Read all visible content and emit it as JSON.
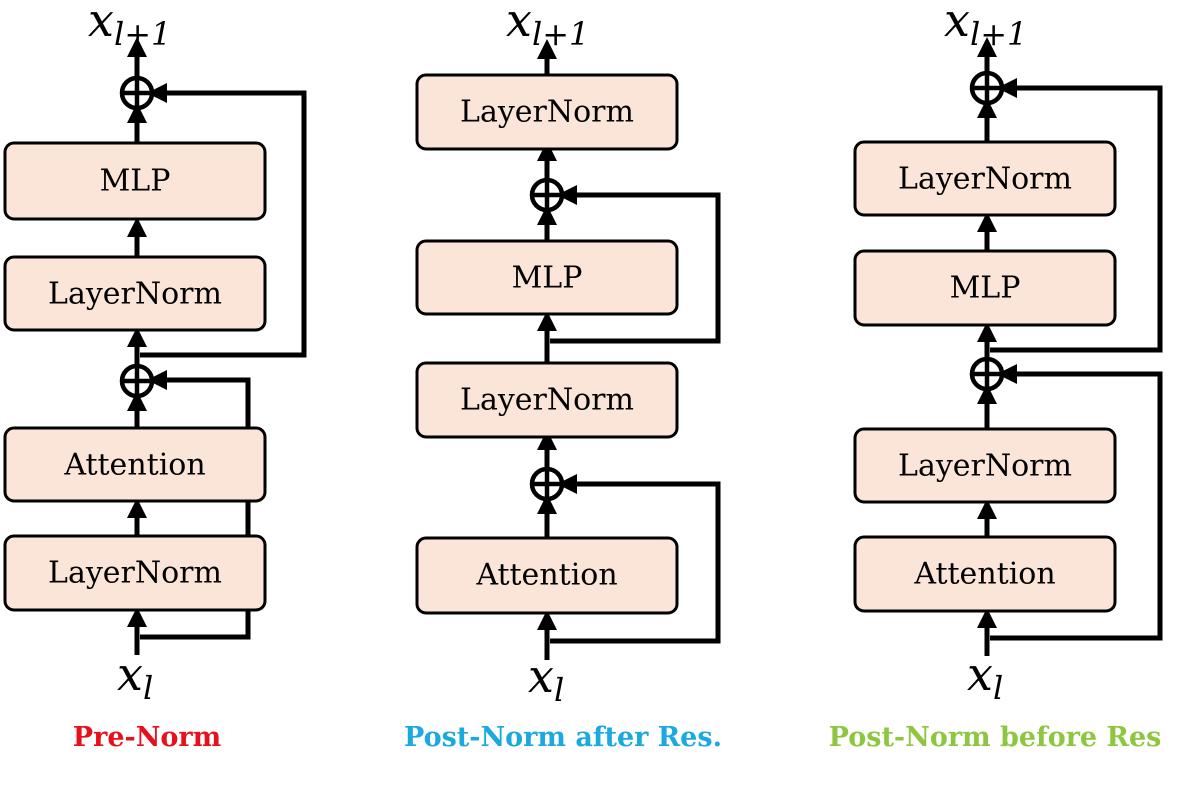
{
  "variants": [
    {
      "caption": "Pre-Norm",
      "caption_color": "#e8111b",
      "input_var": "x",
      "input_sub": "l",
      "output_var": "x",
      "output_sub": "l+1",
      "blocks": [
        "MLP",
        "LayerNorm",
        "Attention",
        "LayerNorm"
      ]
    },
    {
      "caption": "Post-Norm after Res.",
      "caption_color": "#1aa9e0",
      "input_var": "x",
      "input_sub": "l",
      "output_var": "x",
      "output_sub": "l+1",
      "blocks": [
        "LayerNorm",
        "MLP",
        "LayerNorm",
        "Attention"
      ]
    },
    {
      "caption": "Post-Norm before Res",
      "caption_color": "#8dc63f",
      "input_var": "x",
      "input_sub": "l",
      "output_var": "x",
      "output_sub": "l+1",
      "blocks": [
        "LayerNorm",
        "MLP",
        "LayerNorm",
        "Attention"
      ]
    }
  ]
}
